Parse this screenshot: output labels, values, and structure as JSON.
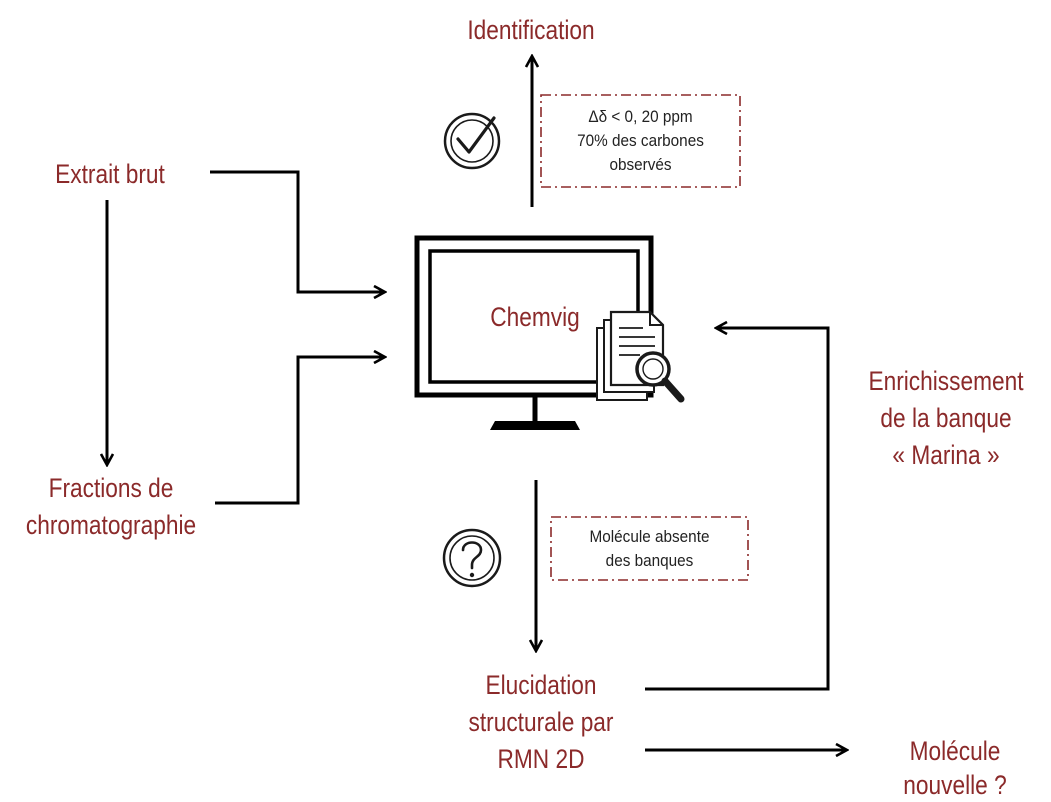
{
  "labels": {
    "identification": "Identification",
    "extrait_brut": "Extrait brut",
    "fractions_line1": "Fractions de",
    "fractions_line2": "chromatographie",
    "chemvig": "Chemvig",
    "enrichissement_line1": "Enrichissement",
    "enrichissement_line2": "de la banque",
    "enrichissement_line3": "« Marina »",
    "elucidation_line1": "Elucidation",
    "elucidation_line2": "structurale par",
    "elucidation_line3": "RMN 2D",
    "molecule_line1": "Molécule",
    "molecule_line2": "nouvelle ?"
  },
  "notes": {
    "criteria_line1": "Δδ < 0, 20 ppm",
    "criteria_line2": "70% des carbones",
    "criteria_line3": "observés",
    "absent_line1": "Molécule absente",
    "absent_line2": "des banques"
  },
  "colors": {
    "label": "#8b2a2a",
    "note_border": "#8b2a2a",
    "lines": "#000000",
    "icon": "#1a1a1a"
  },
  "icons": [
    "check-circle-icon",
    "question-circle-icon",
    "computer-monitor-icon",
    "document-search-icon"
  ]
}
